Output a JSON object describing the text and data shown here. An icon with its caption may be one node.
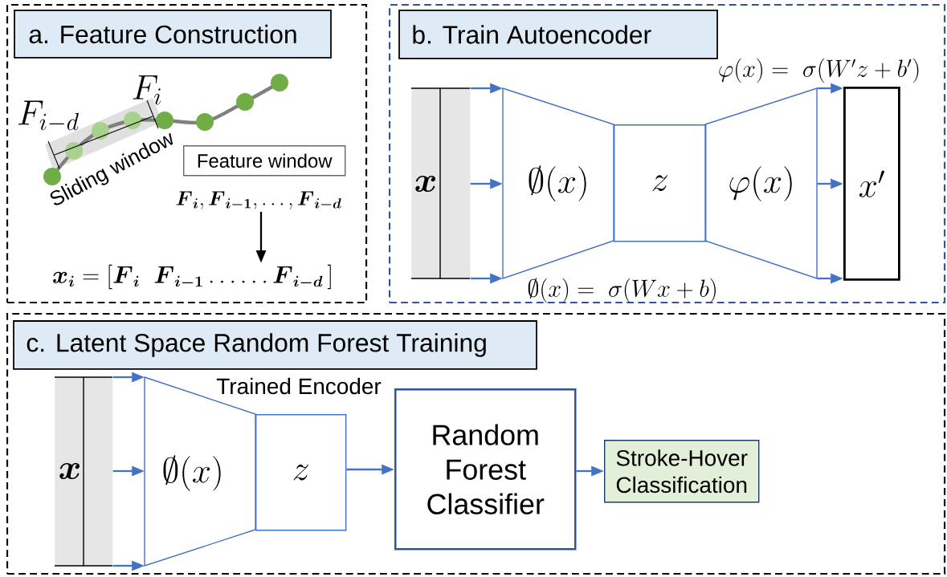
{
  "diagram": {
    "nodes": [
      {
        "text": [
          "a. Feature Construction"
        ]
      },
      {
        "text": [
          "Feature window"
        ],
        "in": 0
      },
      {
        "text": [
          "\\boldsymbol{F}_{\\boldsymbol{i}}, \\boldsymbol{F}_{\\boldsymbol{i-1}}, \\ldots, \\boldsymbol{F}_{\\boldsymbol{i-d}}"
        ],
        "in": 0
      },
      {
        "text": [
          "\\boldsymbol{x}_{\\boldsymbol{i}} = [\\boldsymbol{F}_{\\boldsymbol{i}}\\;\\;\\boldsymbol{F}_{\\boldsymbol{i-1}}\\ldots\\ldots\\boldsymbol{F}_{\\boldsymbol{i-d}}\\,]"
        ],
        "in": 0
      },
      {
        "text": [
          "b. Train Autoencoder"
        ]
      },
      {
        "text": [
          "\\boldsymbol{x}"
        ],
        "in": 4
      },
      {
        "text": [
          "\\emptyset(x)"
        ],
        "in": 4,
        "beside": [
          "\\emptyset(x) =\\; \\sigma(Wx+b)"
        ]
      },
      {
        "text": [
          "z"
        ],
        "in": 4
      },
      {
        "text": [
          "\\varphi(x)"
        ],
        "in": 4,
        "beside": [
          "\\varphi(x) =\\; \\sigma(W'z+b')"
        ]
      },
      {
        "text": [
          "x'"
        ],
        "in": 4
      },
      {
        "text": [
          "c. Latent Space Random Forest Training"
        ]
      },
      {
        "text": [
          "\\boldsymbol{x}"
        ],
        "in": 10
      },
      {
        "text": [
          "\\emptyset(x)"
        ],
        "in": 10,
        "beside": [
          "Trained Encoder"
        ]
      },
      {
        "text": [
          "z"
        ],
        "in": 10
      },
      {
        "text": [
          "Random Forest Classifier"
        ],
        "in": 10
      },
      {
        "text": [
          "Stroke-Hover Classification"
        ],
        "in": 10
      }
    ],
    "edges": [
      {
        "from": 2,
        "to": 3,
        "arrow": "to",
        "color": "#000000"
      },
      {
        "from": 5,
        "to": 6,
        "arrow": "to"
      },
      {
        "from": 5,
        "to": 6,
        "arrow": "to"
      },
      {
        "from": 5,
        "to": 6,
        "arrow": "to"
      },
      {
        "from": 8,
        "to": 9,
        "arrow": "to"
      },
      {
        "from": 8,
        "to": 9,
        "arrow": "to"
      },
      {
        "from": 8,
        "to": 9,
        "arrow": "to"
      },
      {
        "from": 11,
        "to": 12,
        "arrow": "to"
      },
      {
        "from": 11,
        "to": 12,
        "arrow": "to"
      },
      {
        "from": 11,
        "to": 12,
        "arrow": "to"
      },
      {
        "from": 13,
        "to": 14,
        "arrow": "to"
      },
      {
        "from": 14,
        "to": 15,
        "arrow": "to"
      }
    ],
    "labels": [
      "F_{i-d}",
      "F_{i}",
      "Sliding window"
    ]
  }
}
